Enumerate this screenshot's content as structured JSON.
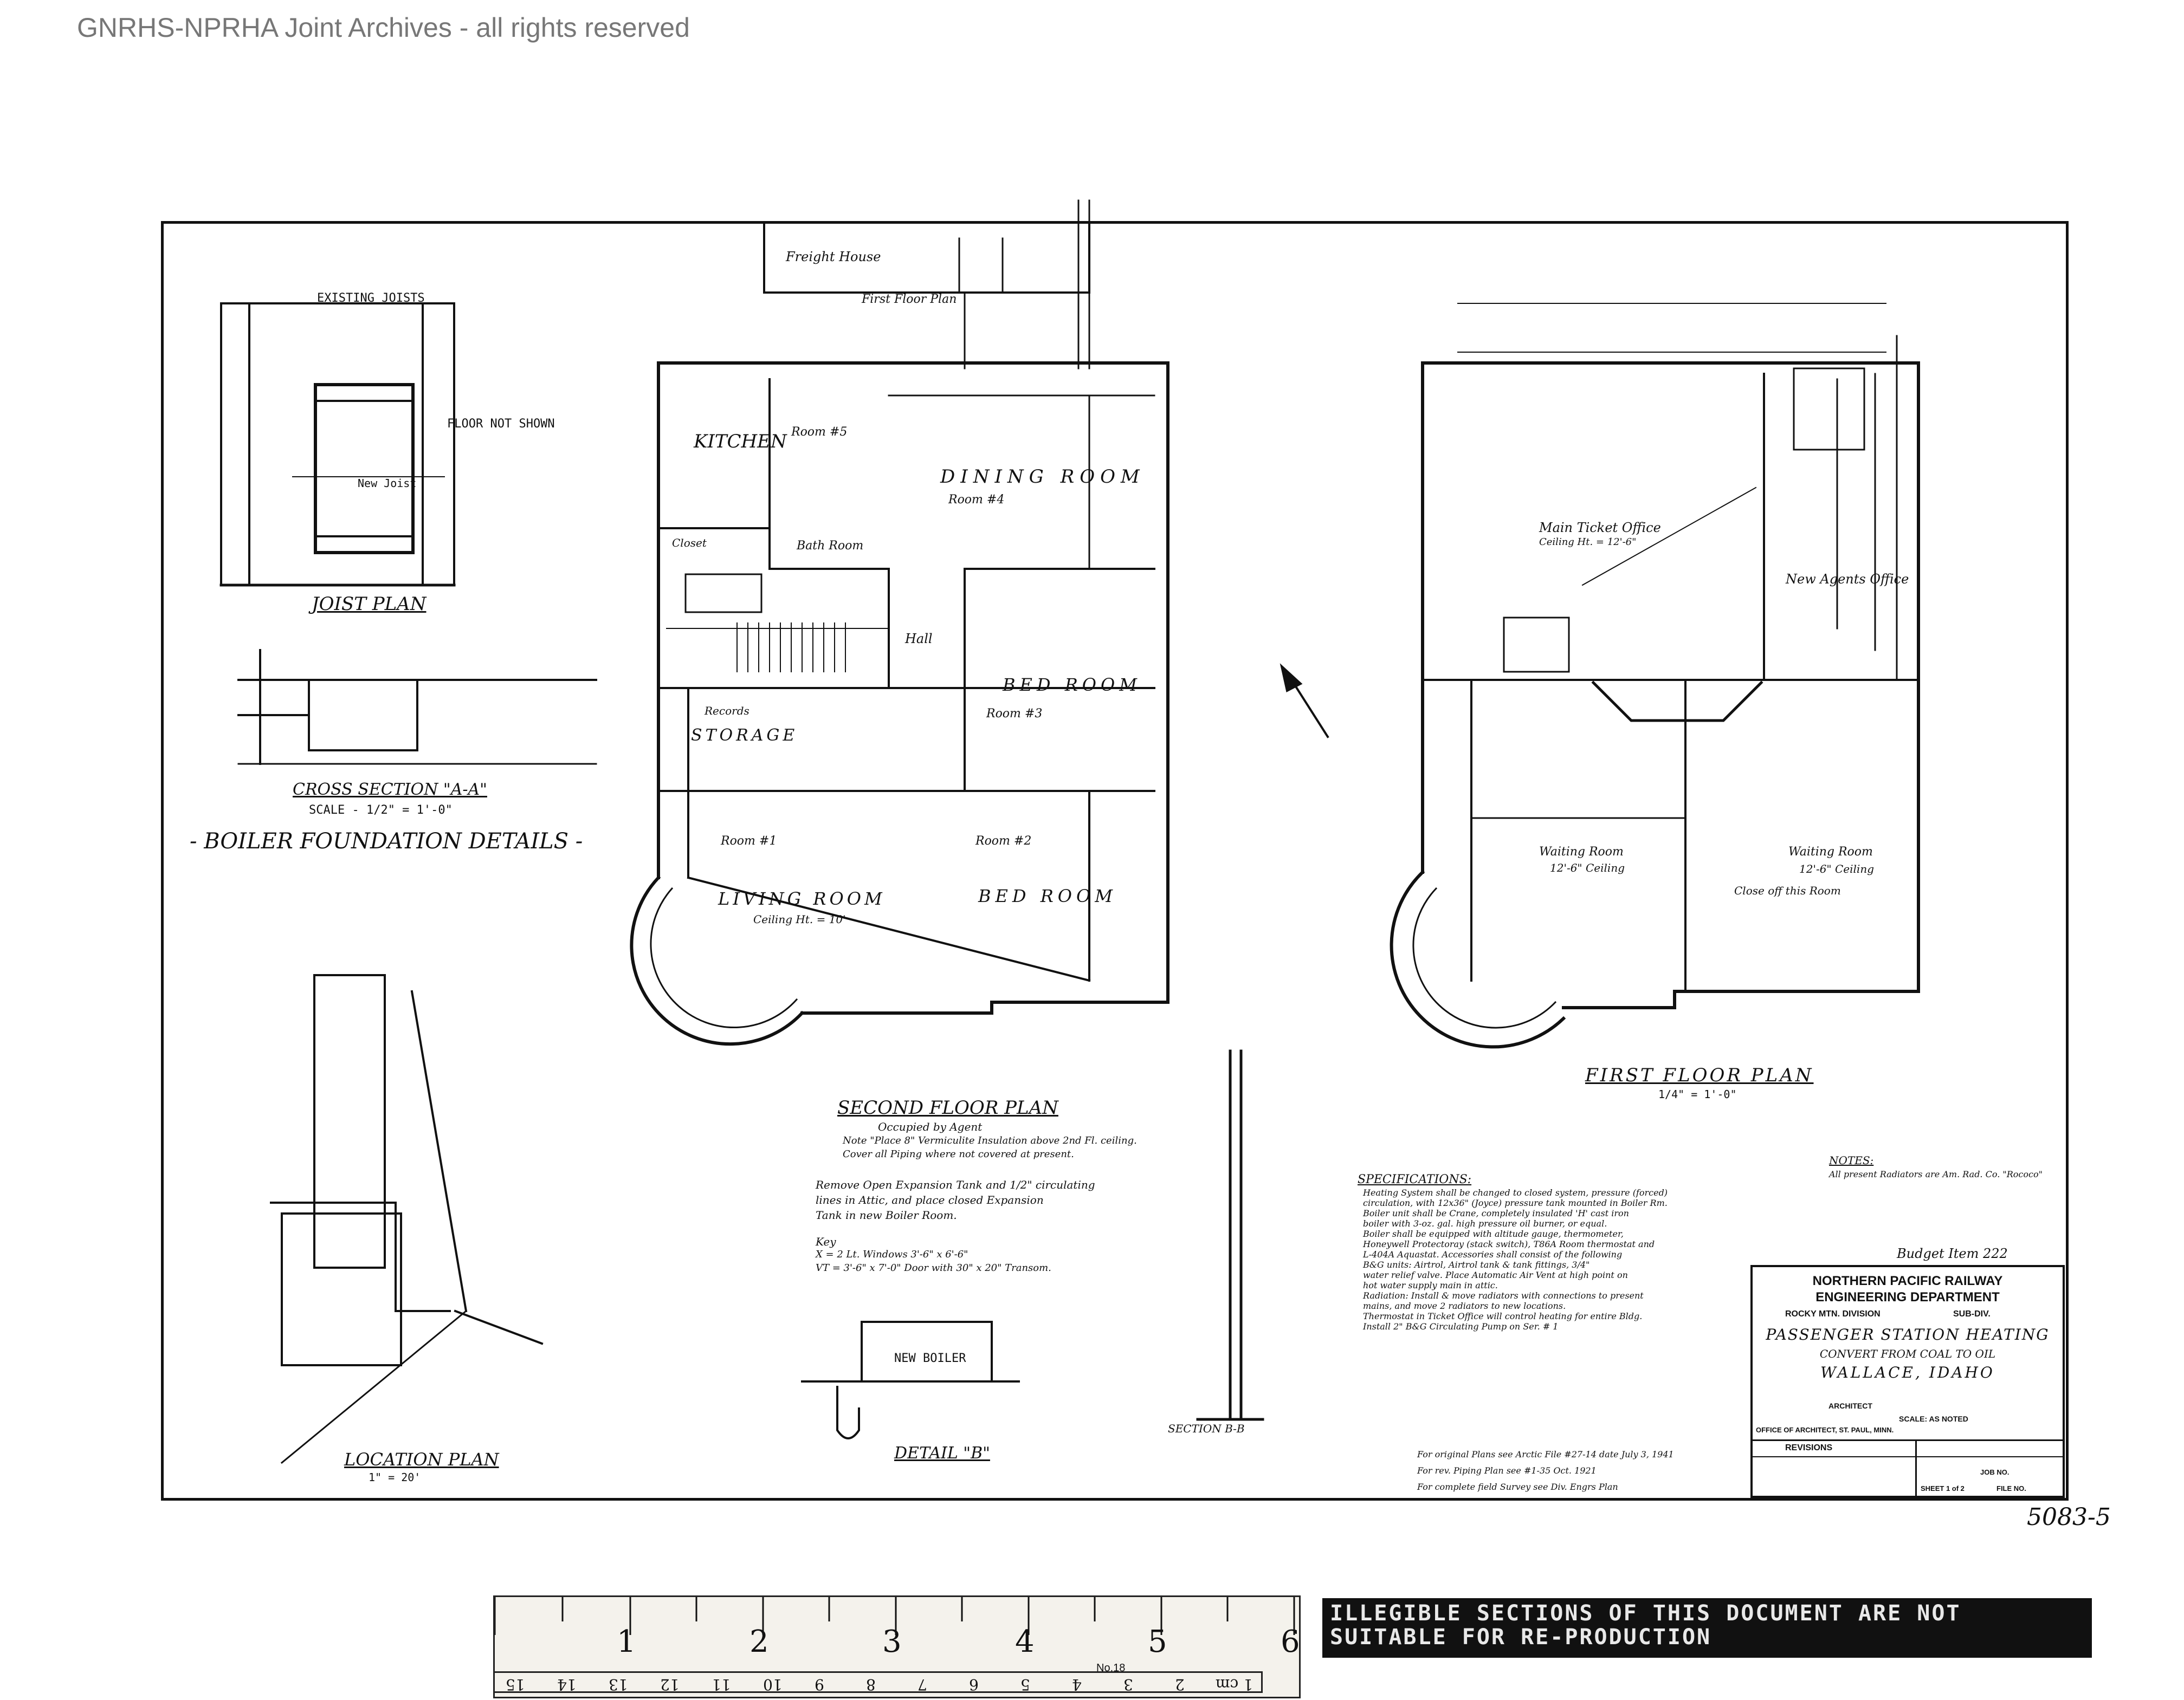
{
  "watermark": "GNRHS-NPRHA Joint Archives - all rights reserved",
  "labels": {
    "second_floor_plan": "SECOND FLOOR PLAN",
    "second_occupied": "Occupied by Agent",
    "second_note1": "Note \"Place 8\" Vermiculite Insulation above 2nd Fl. ceiling.",
    "second_note2": "Cover all Piping where not covered at present.",
    "second_remove1": "Remove Open Expansion Tank and 1/2\" circulating",
    "second_remove2": "lines in Attic, and place closed Expansion",
    "second_remove3": "Tank in new Boiler Room.",
    "key_title": "Key",
    "key_x": "X = 2 Lt. Windows 3'-6\" x 6'-6\"",
    "key_vt": "VT = 3'-6\" x 7'-0\" Door with 30\" x 20\" Transom.",
    "first_floor_plan": "FIRST FLOOR PLAN",
    "first_scale": "1/4\" = 1'-0\"",
    "location_plan": "LOCATION PLAN",
    "location_scale": "1\" = 20'",
    "joist_plan": "JOIST PLAN",
    "cross_section": "CROSS SECTION \"A-A\"",
    "cross_scale": "SCALE - 1/2\" = 1'-0\"",
    "boiler_foundation": "- BOILER FOUNDATION DETAILS -",
    "floor_not_shown": "FLOOR NOT SHOWN",
    "existing_joists": "EXISTING JOISTS",
    "new_joist": "New Joist",
    "kitchen": "KITCHEN",
    "room5": "Room #5",
    "dining_room": "DINING ROOM",
    "room4": "Room #4",
    "bath_room": "Bath Room",
    "closet": "Closet",
    "hall": "Hall",
    "bed_room": "BED ROOM",
    "room3": "Room #3",
    "storage": "STORAGE",
    "records": "Records",
    "room1": "Room #1",
    "living_room": "LIVING ROOM",
    "ceiling_10": "Ceiling Ht. = 10'",
    "room2": "Room #2",
    "bed_room2": "BED ROOM",
    "freight_house": "Freight House",
    "first_floor_small": "First Floor Plan",
    "main_ticket_office": "Main Ticket Office",
    "ceiling_12": "Ceiling Ht. = 12'-6\"",
    "new_agents_office": "New Agents Office",
    "waiting_room_left": "Waiting Room",
    "waiting_ceiling_left": "12'-6\" Ceiling",
    "waiting_room_right": "Waiting Room",
    "waiting_ceiling_right": "12'-6\" Ceiling",
    "close_off": "Close off this Room",
    "specifications": "SPECIFICATIONS:",
    "notes": "NOTES:",
    "notes_text": "All present Radiators are Am. Rad. Co. \"Rococo\"",
    "budget_item": "Budget Item 222",
    "detail": "DETAIL \"B\"",
    "new_boiler": "NEW BOILER",
    "section_bb": "SECTION B-B",
    "drawing_number": "5083-5"
  },
  "spec_lines": [
    "Heating System shall be changed to closed system, pressure (forced)",
    "circulation, with 12x36\" (Joyce) pressure tank mounted in Boiler Rm.",
    "Boiler unit shall be Crane, completely insulated 'H' cast iron",
    "boiler with 3-oz. gal. high pressure oil burner, or equal.",
    "Boiler shall be equipped with altitude gauge, thermometer,",
    "Honeywell Protectoray (stack switch), T86A Room thermostat and",
    "L-404A Aquastat. Accessories shall consist of the following",
    "B&G units: Airtrol, Airtrol tank & tank fittings, 3/4\"",
    "water relief valve. Place Automatic Air Vent at high point on",
    "hot water supply main in attic.",
    "Radiation: Install & move radiators with connections to present",
    "mains, and move 2 radiators to new locations.",
    "Thermostat in Ticket Office will control heating for entire Bldg.",
    "Install 2\" B&G Circulating Pump on Ser. # 1"
  ],
  "ref_lines": [
    "For original Plans see Arctic File #27-14 date July 3, 1941",
    "For rev. Piping Plan see #1-35 Oct. 1921",
    "For complete field Survey see Div. Engrs Plan"
  ],
  "title_block": {
    "railway": "NORTHERN PACIFIC RAILWAY",
    "department": "ENGINEERING DEPARTMENT",
    "division": "ROCKY MTN. DIVISION",
    "subdiv": "SUB-DIV.",
    "project": "PASSENGER STATION HEATING",
    "subtitle": "CONVERT FROM COAL TO OIL",
    "location": "WALLACE, IDAHO",
    "architect": "ARCHITECT",
    "scale": "SCALE: AS NOTED",
    "office": "OFFICE OF ARCHITECT, ST. PAUL, MINN.",
    "revisions": "REVISIONS",
    "job_no_label": "JOB NO.",
    "sheet": "SHEET 1 of 2",
    "file_no_label": "FILE NO."
  },
  "ruler": {
    "numbers": [
      "1",
      "2",
      "3",
      "4",
      "5",
      "6"
    ],
    "maker": "No.18",
    "bottom_numbers": [
      "15",
      "14",
      "13",
      "12",
      "11",
      "10",
      "9",
      "8",
      "7",
      "6",
      "5",
      "4",
      "3",
      "2",
      "1 cm"
    ]
  },
  "notice": "ILLEGIBLE SECTIONS OF THIS DOCUMENT ARE NOT SUITABLE FOR RE-PRODUCTION"
}
